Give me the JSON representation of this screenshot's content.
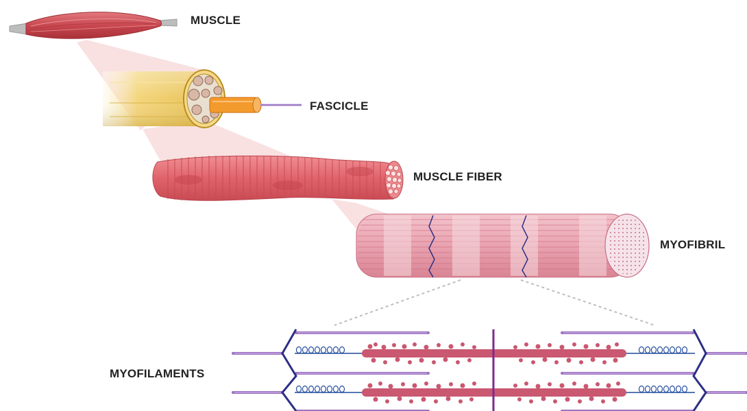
{
  "labels": {
    "muscle": "MUSCLE",
    "fascicle": "FASCICLE",
    "muscle_fiber": "MUSCLE FIBER",
    "myofibril": "MYOFIBRIL",
    "myofilaments": "MYOFILAMENTS"
  },
  "colors": {
    "muscle_red": "#c9474f",
    "tendon_gray": "#b9b9b9",
    "fascicle_yellow": "#f1cf6a",
    "fascicle_orange": "#f39a2d",
    "fiber_red": "#e0646c",
    "myofibril_pink": "#e9a3b0",
    "zoom_pink": "#f8dcdc",
    "actin_purple": "#8a5bb5",
    "titin_blue": "#1f4a9b",
    "z_disc_navy": "#2c2f85",
    "m_line_purple": "#7d2a8e",
    "myosin_red": "#c95870",
    "label_text": "#222222"
  }
}
